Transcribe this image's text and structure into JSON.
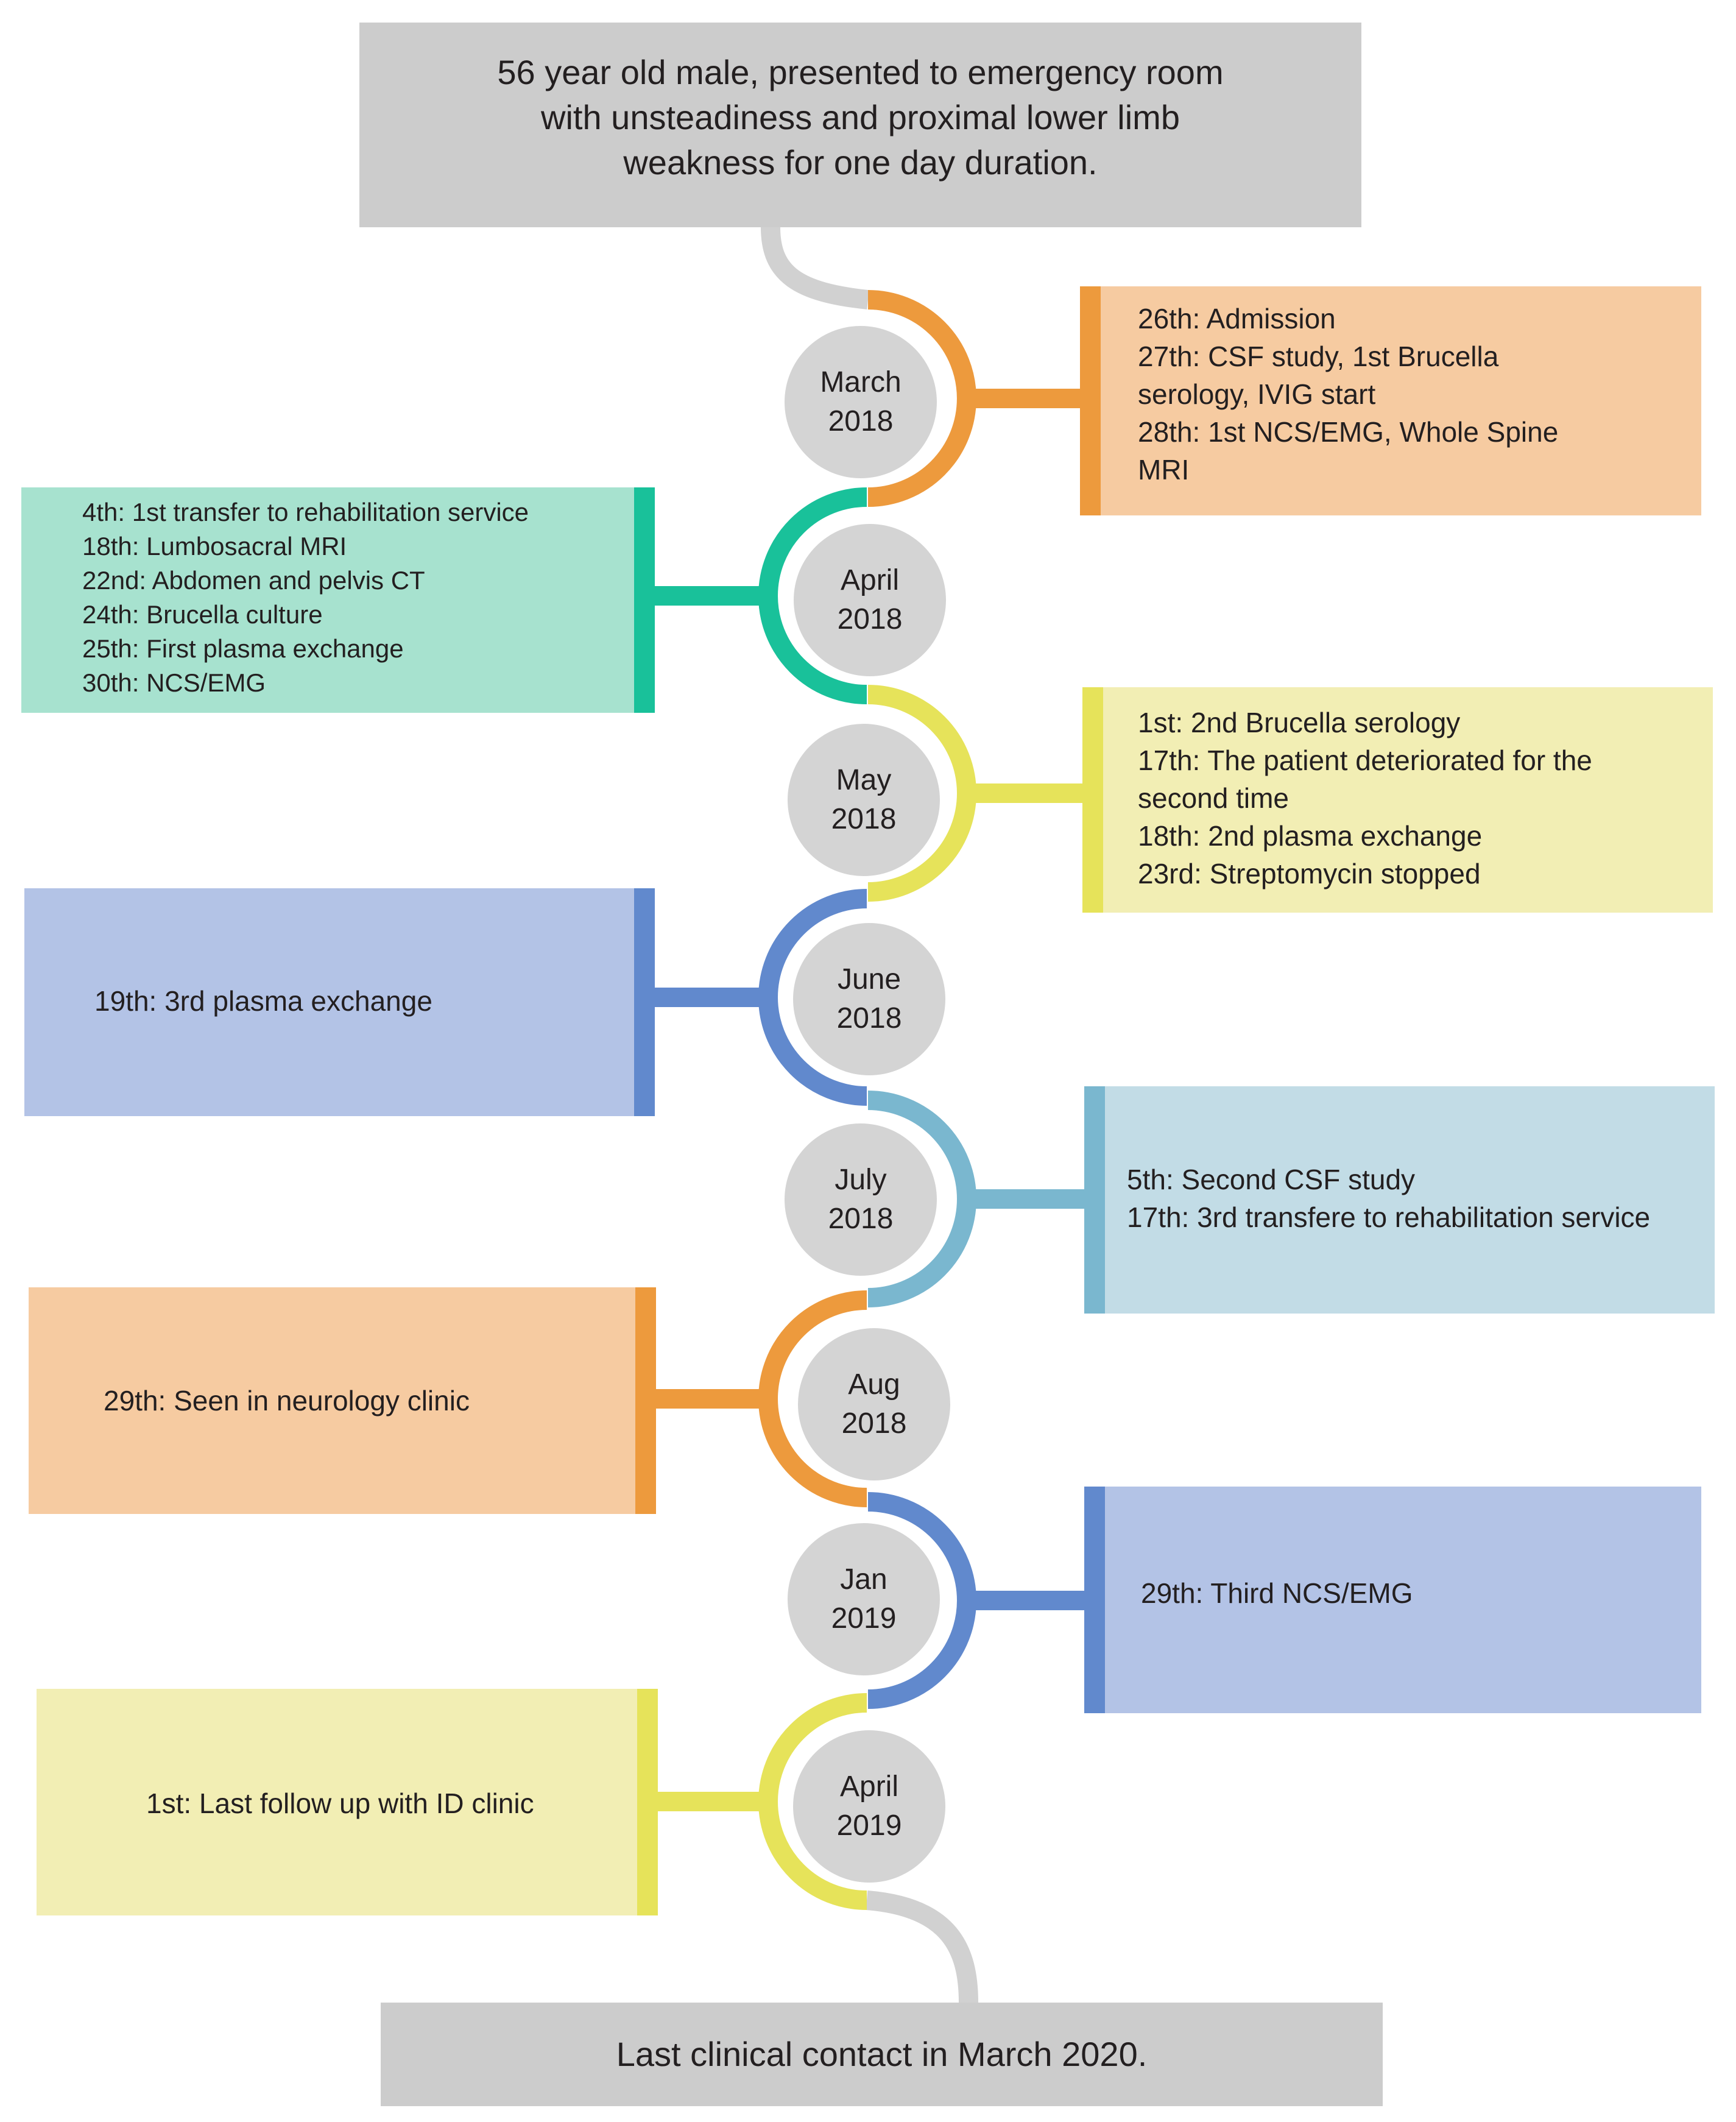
{
  "header": {
    "lines": [
      "56 year old male, presented to emergency room",
      "with unsteadiness and proximal lower limb",
      "weakness for one day duration."
    ],
    "color": "#cccccc"
  },
  "footer": {
    "text": "Last clinical contact in March 2020.",
    "color": "#cccccc"
  },
  "connector_color": "#d1d1d1",
  "month_circle_color": "#d4d4d4",
  "events": [
    {
      "month": "March",
      "year": "2018",
      "side": "right",
      "color": "#ed9a3d",
      "fill": "#f6cba1",
      "lines": [
        "26th: Admission",
        "27th: CSF study, 1st Brucella",
        "serology, IVIG start",
        "28th: 1st NCS/EMG, Whole Spine",
        "MRI"
      ]
    },
    {
      "month": "April",
      "year": "2018",
      "side": "left",
      "color": "#19c19a",
      "fill": "#a7e2cf",
      "lines": [
        "4th: 1st transfer to rehabilitation service",
        "18th: Lumbosacral MRI",
        "22nd: Abdomen and pelvis CT",
        "24th: Brucella culture",
        "25th: First plasma exchange",
        "30th: NCS/EMG"
      ]
    },
    {
      "month": "May",
      "year": "2018",
      "side": "right",
      "color": "#e6e35a",
      "fill": "#f2eeb4",
      "lines": [
        "1st: 2nd Brucella serology",
        "17th: The patient deteriorated  for the",
        "second time",
        "18th: 2nd plasma exchange",
        "23rd: Streptomycin stopped"
      ]
    },
    {
      "month": "June",
      "year": "2018",
      "side": "left",
      "color": "#6189cd",
      "fill": "#b3c3e6",
      "lines": [
        "19th: 3rd plasma exchange"
      ]
    },
    {
      "month": "July",
      "year": "2018",
      "side": "right",
      "color": "#7ab7cf",
      "fill": "#c2dce6",
      "lines": [
        "5th: Second CSF study",
        "17th: 3rd transfere to rehabilitation service"
      ]
    },
    {
      "month": "Aug",
      "year": "2018",
      "side": "left",
      "color": "#ed9a3d",
      "fill": "#f6cba1",
      "lines": [
        "29th: Seen in neurology clinic"
      ]
    },
    {
      "month": "Jan",
      "year": "2019",
      "side": "right",
      "color": "#6189cd",
      "fill": "#b3c3e6",
      "lines": [
        "29th: Third NCS/EMG"
      ]
    },
    {
      "month": "April",
      "year": "2019",
      "side": "left",
      "color": "#e6e35a",
      "fill": "#f2eeb4",
      "lines": [
        "1st: Last follow up with ID clinic"
      ]
    }
  ]
}
